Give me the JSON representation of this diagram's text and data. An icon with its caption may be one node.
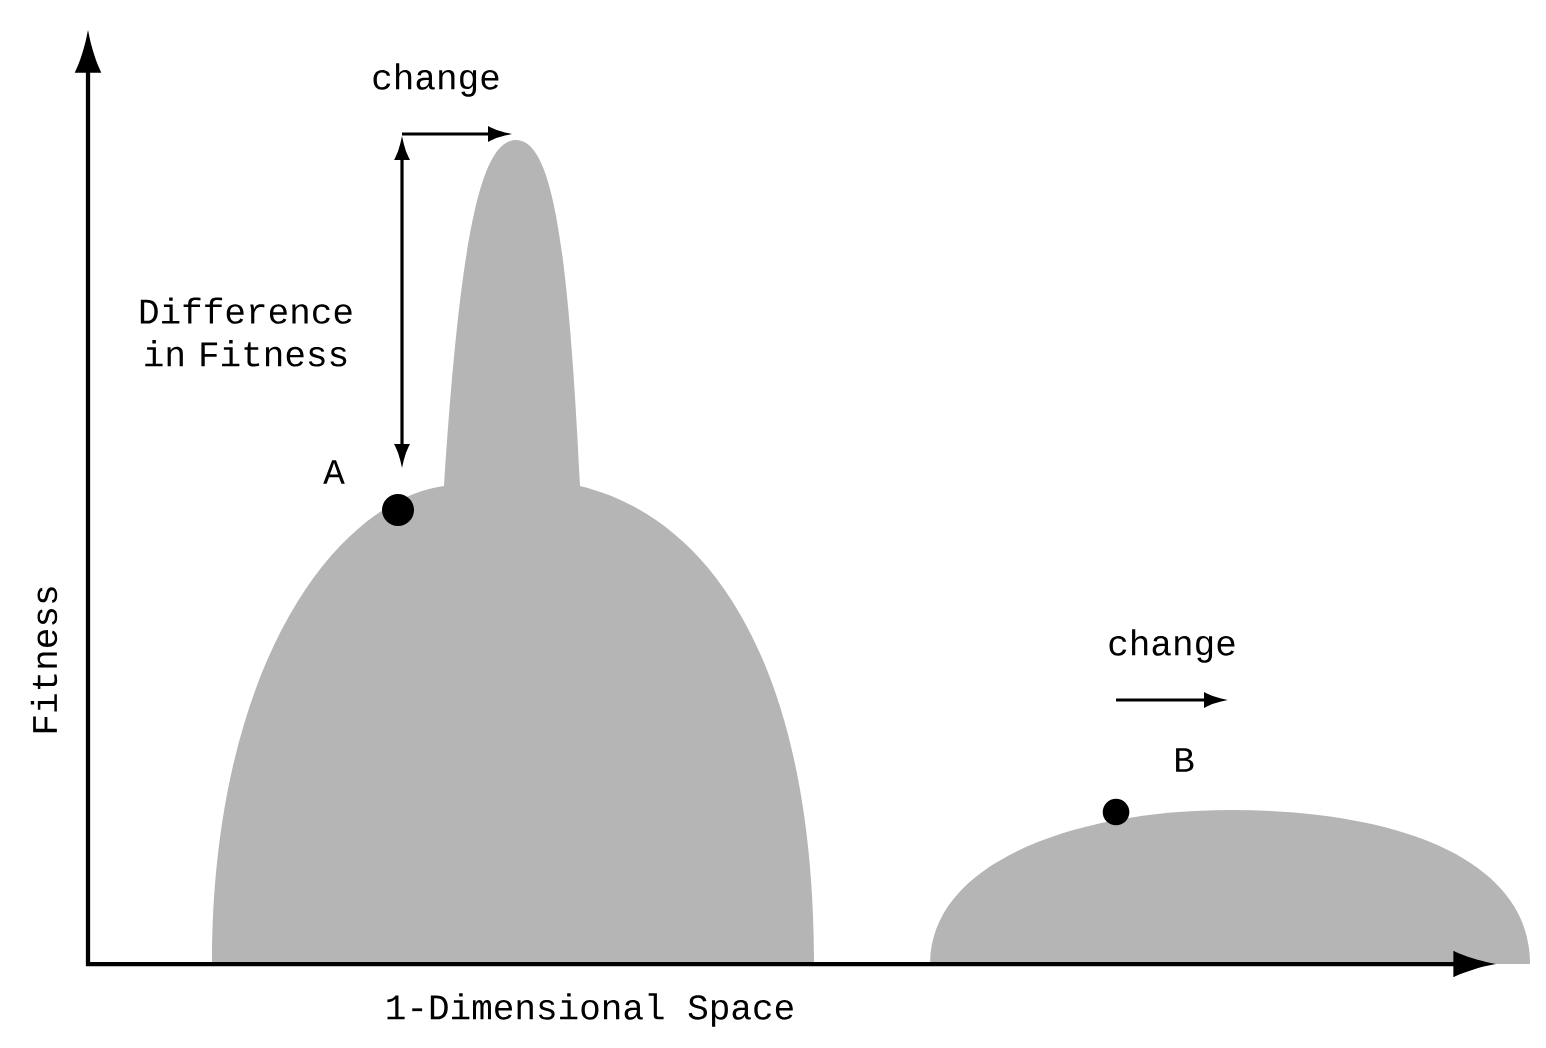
{
  "diagram": {
    "nodes": [
      {
        "text": [],
        "shape": "circle",
        "beside": [
          "A"
        ]
      },
      {
        "text": [],
        "shape": "circle",
        "beside": [
          "B"
        ]
      }
    ],
    "labels": [
      "change",
      "Difference in Fitness",
      "change",
      "Fitness",
      "1-Dimensional Space"
    ]
  }
}
